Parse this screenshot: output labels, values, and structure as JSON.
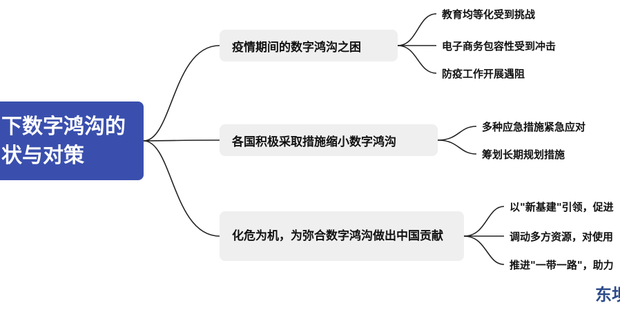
{
  "root": {
    "line1": "下数字鸿沟的",
    "line2": "状与对策"
  },
  "branches": [
    {
      "label": "疫情期间的数字鸿沟之困",
      "leaves": [
        "教育均等化受到挑战",
        "电子商务包容性受到冲击",
        "防疫工作开展遇阻"
      ]
    },
    {
      "label": "各国积极采取措施缩小数字鸿沟",
      "leaves": [
        "多种应急措施紧急应对",
        "筹划长期规划措施"
      ]
    },
    {
      "label": "化危为机，为弥合数字鸿沟做出中国贡献",
      "leaves": [
        "以\"新基建\"引领，促进",
        "调动多方资源，对使用",
        "推进\"一带一路\"，助力"
      ]
    }
  ],
  "watermark": "东坝",
  "colors": {
    "root_bg": "#3a4fad",
    "branch_bg": "#efefef",
    "line": "#222222"
  }
}
